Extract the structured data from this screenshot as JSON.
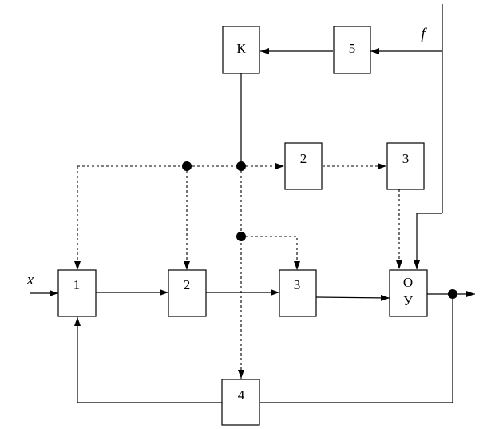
{
  "blocks": {
    "k_label": "К",
    "b5_label": "5",
    "b2_top_label": "2",
    "b3_top_label": "3",
    "b1_label": "1",
    "b2_main_label": "2",
    "b3_main_label": "3",
    "ou_line1": "О",
    "ou_line2": "У",
    "b4_label": "4"
  },
  "signals": {
    "input_label": "x",
    "disturbance_label": "f"
  }
}
